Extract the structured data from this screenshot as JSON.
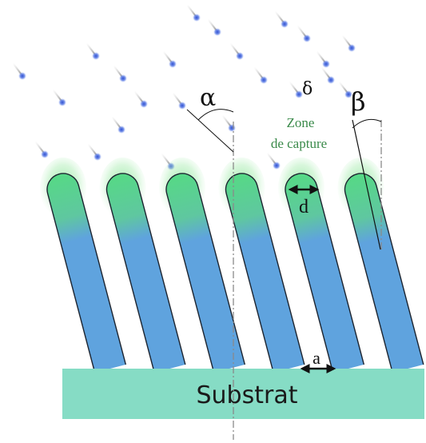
{
  "labels": {
    "substrate": "Substrat",
    "zone_line1": "Zone",
    "zone_line2": "de capture",
    "alpha": "α",
    "beta": "β",
    "delta": "δ",
    "d": "d",
    "a": "a"
  },
  "colors": {
    "background": "#ffffff",
    "substrate": "#86dcc5",
    "nanowire": "#5fa3de",
    "nanowire_outline": "#1c2430",
    "capture_zone": "#5fd67a",
    "atom": "#3f5fd8",
    "atom_trail": "#b8b8b8",
    "zone_text": "#3a8a4a",
    "axis_line": "#8a8a8a"
  },
  "nanowire_count": 6,
  "atom_count": 24
}
